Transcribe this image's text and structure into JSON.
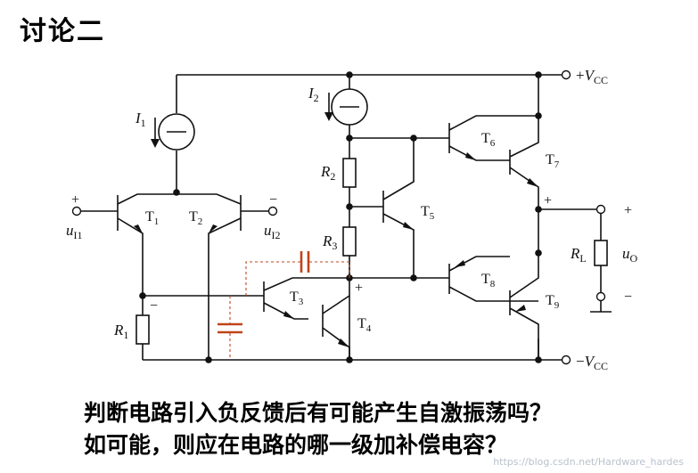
{
  "title": "讨论二",
  "questions": [
    "判断电路引入负反馈后有可能产生自激振荡吗？",
    "如可能，则应在电路的哪一级加补偿电容？"
  ],
  "watermark": "https://blog.csdn.net/Hardware_hardes",
  "colors": {
    "wire": "#111111",
    "capacitor": "#c0441a",
    "background": "#ffffff"
  },
  "circuit": {
    "supply_pos": {
      "sign": "+",
      "symbol": "V",
      "sub": "CC"
    },
    "supply_neg": {
      "sign": "−",
      "symbol": "V",
      "sub": "CC"
    },
    "current_sources": [
      {
        "symbol": "I",
        "sub": "1"
      },
      {
        "symbol": "I",
        "sub": "2"
      }
    ],
    "resistors": [
      {
        "symbol": "R",
        "sub": "1"
      },
      {
        "symbol": "R",
        "sub": "2"
      },
      {
        "symbol": "R",
        "sub": "3"
      },
      {
        "symbol": "R",
        "sub": "L"
      }
    ],
    "transistors": [
      {
        "symbol": "T",
        "sub": "1"
      },
      {
        "symbol": "T",
        "sub": "2"
      },
      {
        "symbol": "T",
        "sub": "3"
      },
      {
        "symbol": "T",
        "sub": "4"
      },
      {
        "symbol": "T",
        "sub": "5"
      },
      {
        "symbol": "T",
        "sub": "6"
      },
      {
        "symbol": "T",
        "sub": "7"
      },
      {
        "symbol": "T",
        "sub": "8"
      },
      {
        "symbol": "T",
        "sub": "9"
      }
    ],
    "inputs": [
      {
        "sign": "+",
        "symbol": "u",
        "sub": "I1"
      },
      {
        "sign": "−",
        "symbol": "u",
        "sub": "I2"
      }
    ],
    "output": {
      "symbol": "u",
      "sub": "O",
      "plus": "+",
      "minus": "−"
    },
    "polarity_marks": {
      "r1_top": "−",
      "t4_collector": "+",
      "out_node": "+"
    }
  }
}
